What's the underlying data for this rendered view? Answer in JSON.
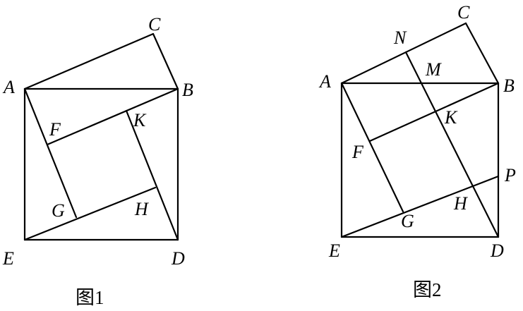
{
  "figures": [
    {
      "id": "fig1",
      "caption": "图1",
      "points": [
        {
          "name": "A",
          "label": "A"
        },
        {
          "name": "B",
          "label": "B"
        },
        {
          "name": "C",
          "label": "C"
        },
        {
          "name": "D",
          "label": "D"
        },
        {
          "name": "E",
          "label": "E"
        },
        {
          "name": "F",
          "label": "F"
        },
        {
          "name": "G",
          "label": "G"
        },
        {
          "name": "H",
          "label": "H"
        },
        {
          "name": "K",
          "label": "K"
        }
      ]
    },
    {
      "id": "fig2",
      "caption": "图2",
      "points": [
        {
          "name": "A",
          "label": "A"
        },
        {
          "name": "B",
          "label": "B"
        },
        {
          "name": "C",
          "label": "C"
        },
        {
          "name": "D",
          "label": "D"
        },
        {
          "name": "E",
          "label": "E"
        },
        {
          "name": "F",
          "label": "F"
        },
        {
          "name": "G",
          "label": "G"
        },
        {
          "name": "H",
          "label": "H"
        },
        {
          "name": "K",
          "label": "K"
        },
        {
          "name": "M",
          "label": "M"
        },
        {
          "name": "N",
          "label": "N"
        },
        {
          "name": "P",
          "label": "P"
        }
      ]
    }
  ]
}
